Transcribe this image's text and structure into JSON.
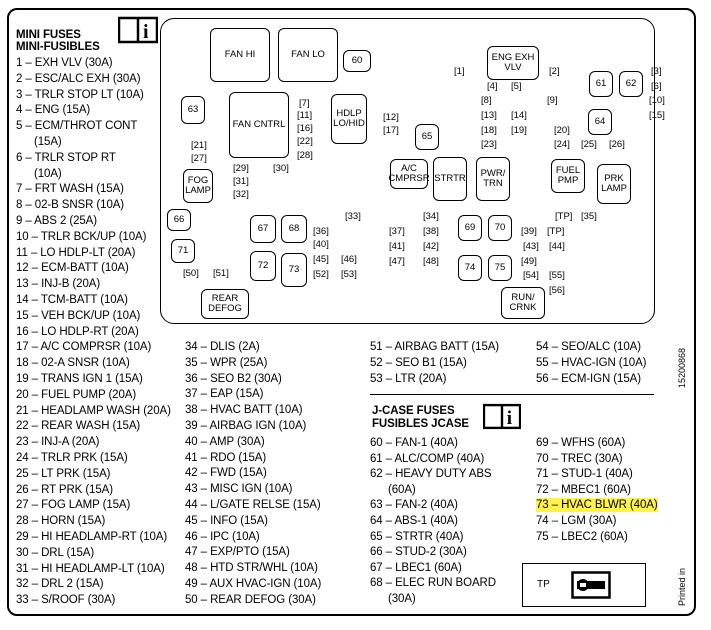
{
  "mini_fuses": {
    "title1": "MINI FUSES",
    "title2": "MINI-FUSIBLES",
    "col1": [
      "1 – EXH VLV (30A)",
      "2 – ESC/ALC EXH (30A)",
      "3 – TRLR STOP LT (10A)",
      "4 – ENG (15A)",
      "5 – ECM/THROT CONT",
      "(15A)",
      "6 – TRLR STOP RT",
      "(10A)",
      "7 – FRT WASH (15A)",
      "8 – 02-B SNSR (10A)",
      "9 – ABS 2 (25A)",
      "10 – TRLR BCK/UP (10A)",
      "11 – LO HDLP-LT (20A)",
      "12 – ECM-BATT (10A)",
      "13 – INJ-B (20A)",
      "14 – TCM-BATT (10A)",
      "15 – VEH BCK/UP (10A)",
      "16 – LO HDLP-RT (20A)",
      "17 – A/C COMPRSR (10A)",
      "18 – 02-A SNSR (10A)",
      "19 – TRANS IGN 1 (15A)",
      "20 – FUEL PUMP (20A)",
      "21 – HEADLAMP WASH (20A)",
      "22 – REAR WASH (15A)",
      "23 – INJ-A (20A)",
      "24 – TRLR PRK (15A)",
      "25 – LT PRK (15A)",
      "26 – RT PRK (15A)",
      "27 – FOG LAMP (15A)",
      "28 – HORN (15A)",
      "29 – HI HEADLAMP-RT (10A)",
      "30 – DRL (15A)",
      "31 – HI HEADLAMP-LT (10A)",
      "32 – DRL 2 (15A)",
      "33 – S/ROOF (30A)"
    ],
    "col2": [
      "34 – DLIS (2A)",
      "35 – WPR (25A)",
      "36 – SEO B2 (30A)",
      "37 – EAP (15A)",
      "38 – HVAC BATT (10A)",
      "39 – AIRBAG IGN (10A)",
      "40 – AMP (30A)",
      "41 – RDO (15A)",
      "42 – FWD (15A)",
      "43 – MISC IGN (10A)",
      "44 – L/GATE RELSE (15A)",
      "45 – INFO (15A)",
      "46 – IPC (10A)",
      "47 – EXP/PTO (15A)",
      "48 – HTD STR/WHL (10A)",
      "49 – AUX HVAC-IGN (10A)",
      "50 – REAR DEFOG (30A)"
    ],
    "col3": [
      "51 – AIRBAG BATT (15A)",
      "52 – SEO B1 (15A)",
      "53 – LTR (20A)"
    ],
    "col4": [
      "54 – SEO/ALC (10A)",
      "55 – HVAC-IGN (10A)",
      "56 – ECM-IGN (15A)"
    ]
  },
  "jcase": {
    "title1": "J-CASE FUSES",
    "title2": "FUSIBLES JCASE",
    "col1": [
      "60 – FAN-1 (40A)",
      "61 – ALC/COMP (40A)",
      "62 – HEAVY DUTY ABS",
      "(60A)",
      "63 – FAN-2 (40A)",
      "64 – ABS-1 (40A)",
      "65 – STRTR (40A)",
      "66 – STUD-2 (30A)",
      "67 – LBEC1 (60A)",
      "68 – ELEC RUN BOARD",
      "(30A)"
    ],
    "col2": [
      "69 – WFHS (60A)",
      "70 – TREC (30A)",
      "71 – STUD-1 (40A)",
      "72 – MBEC1 (60A)",
      "73 – HVAC BLWR (40A)",
      "74 – LGM (30A)",
      "75 – LBEC2 (60A)"
    ]
  },
  "tp_label": "TP",
  "part_number": "15200868",
  "printed_in": "Printed in",
  "highlight_color": "#fff34a",
  "diagram": {
    "relays": {
      "fan_hi": "FAN HI",
      "fan_lo": "FAN LO",
      "fan_cntrl": "FAN CNTRL",
      "hdlp": "HDLP LO/HID",
      "eng_exh": "ENG EXH VLV",
      "ac": "A/C CMPRSR",
      "strtr": "STRTR",
      "pwr": "PWR/ TRN",
      "fuel": "FUEL PMP",
      "prk": "PRK LAMP",
      "fog": "FOG LAMP",
      "rear_defog": "REAR DEFOG",
      "run": "RUN/ CRNK"
    },
    "fuses": [
      "60",
      "61",
      "62",
      "63",
      "64",
      "65",
      "66",
      "67",
      "68",
      "69",
      "70",
      "71",
      "72",
      "73",
      "74",
      "75"
    ],
    "slots": {
      "s1": "1",
      "s2": "2",
      "s3": "3",
      "s4": "4",
      "s5": "5",
      "s6": "6",
      "s7": "7",
      "s8": "8",
      "s9": "9",
      "s10": "10",
      "s11": "11",
      "s12": "12",
      "s13": "13",
      "s14": "14",
      "s15": "15",
      "s16": "16",
      "s17": "17",
      "s18": "18",
      "s19": "19",
      "s20": "20",
      "s21": "21",
      "s22": "22",
      "s23": "23",
      "s24": "24",
      "s25": "25",
      "s26": "26",
      "s27": "27",
      "s28": "28",
      "s29": "29",
      "s30": "30",
      "s31": "31",
      "s32": "32",
      "s33": "33",
      "s34": "34",
      "s35": "35",
      "s36": "36",
      "s37": "37",
      "s38": "38",
      "s39": "39",
      "s40": "40",
      "s41": "41",
      "s42": "42",
      "s43": "43",
      "s44": "44",
      "s45": "45",
      "s46": "46",
      "s47": "47",
      "s48": "48",
      "s49": "49",
      "s50": "50",
      "s51": "51",
      "s52": "52",
      "s53": "53",
      "s54": "54",
      "s55": "55",
      "s56": "56",
      "tp": "TP"
    }
  }
}
